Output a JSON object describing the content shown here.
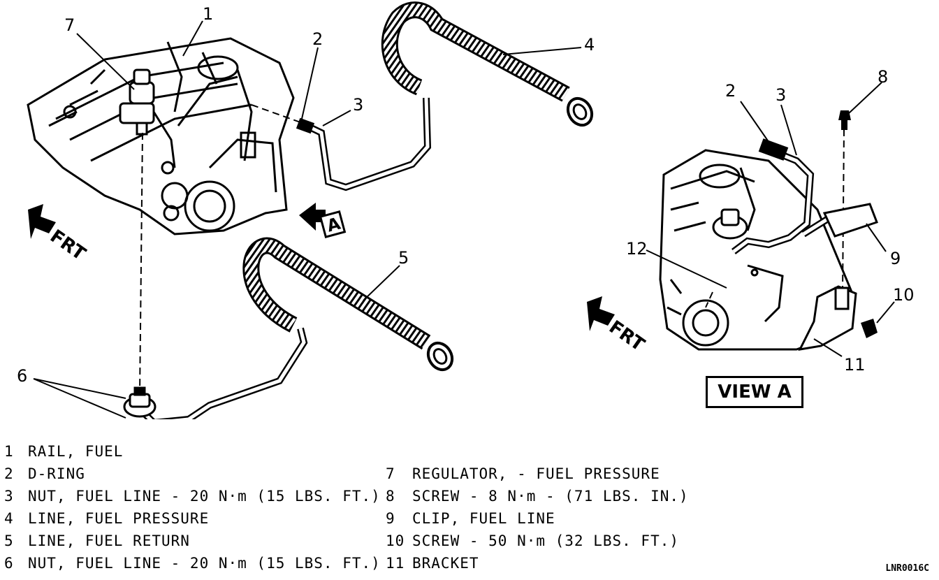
{
  "callouts_main": [
    "1",
    "2",
    "3",
    "4",
    "5",
    "6",
    "7"
  ],
  "callouts_view": [
    "2",
    "3",
    "8",
    "9",
    "10",
    "11",
    "12"
  ],
  "direction_label": "FRT",
  "view_marker": "A",
  "view_box_label": "VIEW A",
  "legend": [
    {
      "num": "1",
      "text": "RAIL, FUEL"
    },
    {
      "num": "2",
      "text": "D-RING"
    },
    {
      "num": "3",
      "text": "NUT, FUEL LINE - 20 N·m (15 LBS. FT.)"
    },
    {
      "num": "4",
      "text": "LINE, FUEL PRESSURE"
    },
    {
      "num": "5",
      "text": "LINE, FUEL RETURN"
    },
    {
      "num": "6",
      "text": "NUT, FUEL LINE - 20 N·m (15 LBS. FT.)"
    },
    {
      "num": "7",
      "text": "REGULATOR, - FUEL PRESSURE"
    },
    {
      "num": "8",
      "text": "SCREW - 8 N·m - (71 LBS. IN.)"
    },
    {
      "num": "9",
      "text": "CLIP, FUEL LINE"
    },
    {
      "num": "10",
      "text": "SCREW - 50 N·m (32 LBS. FT.)"
    },
    {
      "num": "11",
      "text": "BRACKET"
    }
  ],
  "reference_code": "LNR0016C"
}
